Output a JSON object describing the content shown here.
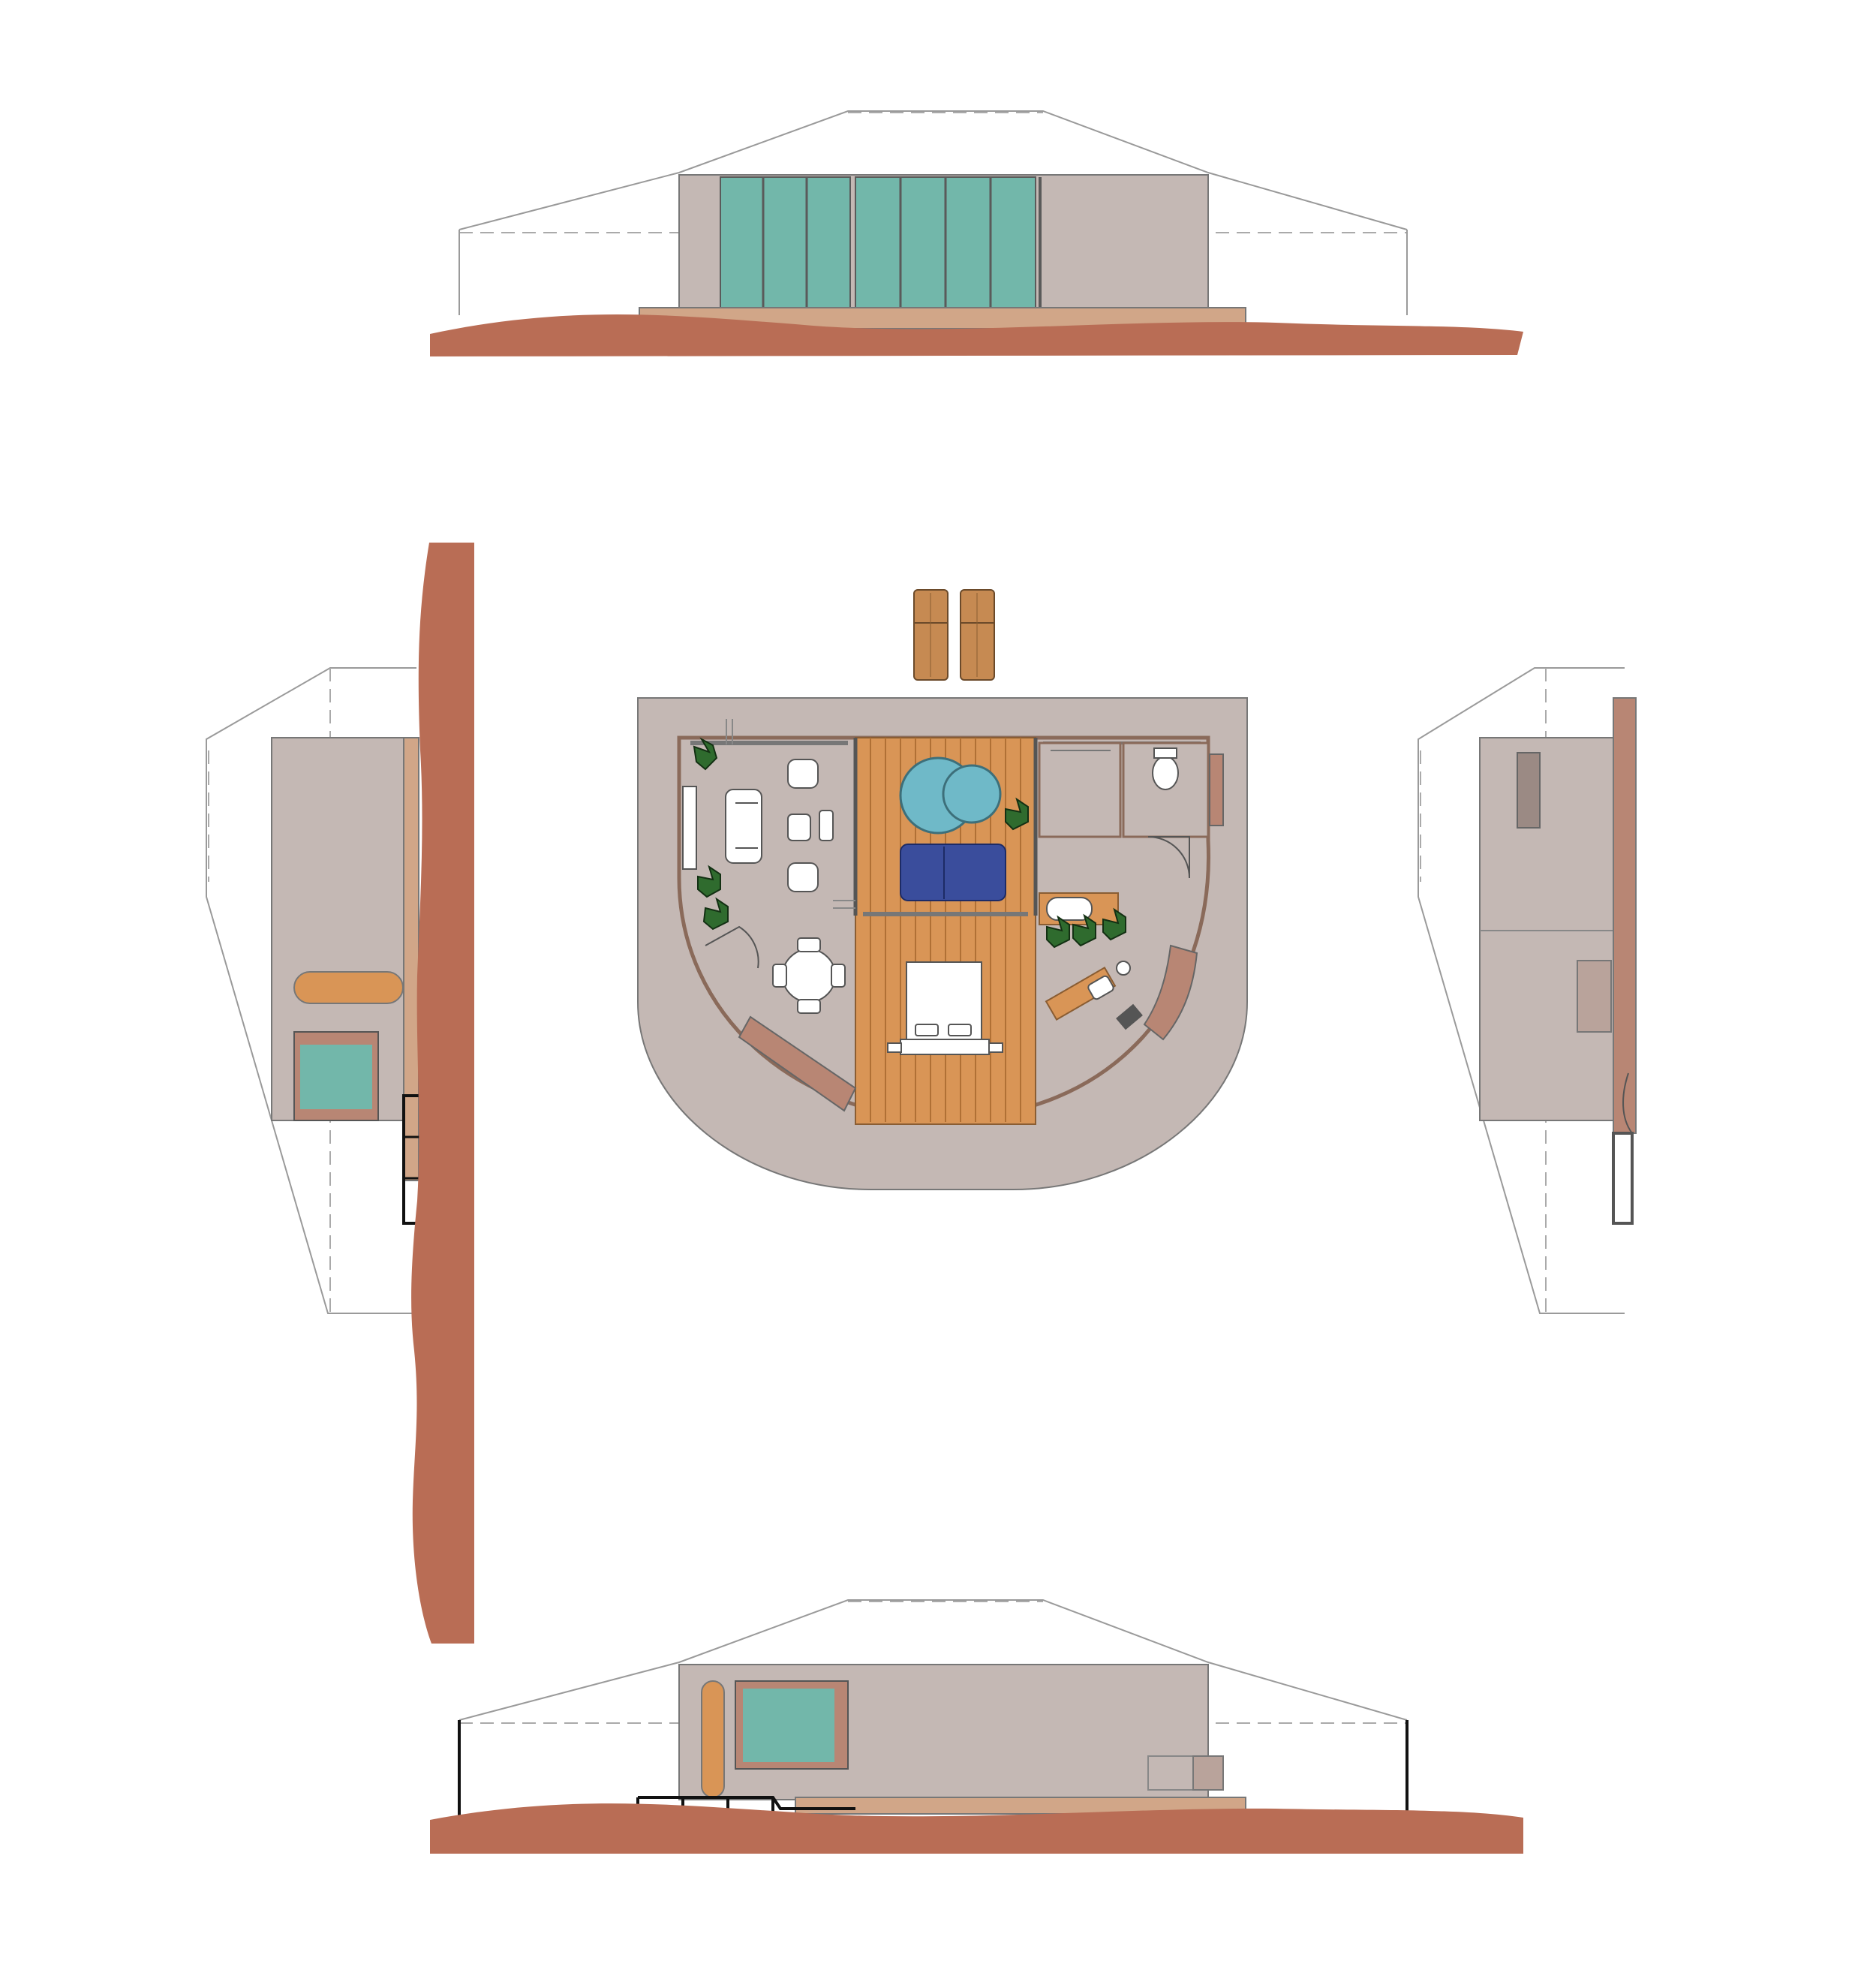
{
  "drawing": {
    "views": [
      "north-elevation",
      "west-elevation",
      "floor-plan",
      "east-elevation",
      "south-elevation"
    ]
  },
  "palette": {
    "ground": "#b96d55",
    "wall": "#c4b8b4",
    "glass": "#72b7aa",
    "deck": "#d99556",
    "deck_dark": "#c77f3d",
    "timber": "#b88674",
    "pool": "#6fb9c8",
    "sofa_blue": "#3a4d9c",
    "plant": "#2f6b2e",
    "line": "#888888",
    "ink": "#1a1a1a"
  }
}
